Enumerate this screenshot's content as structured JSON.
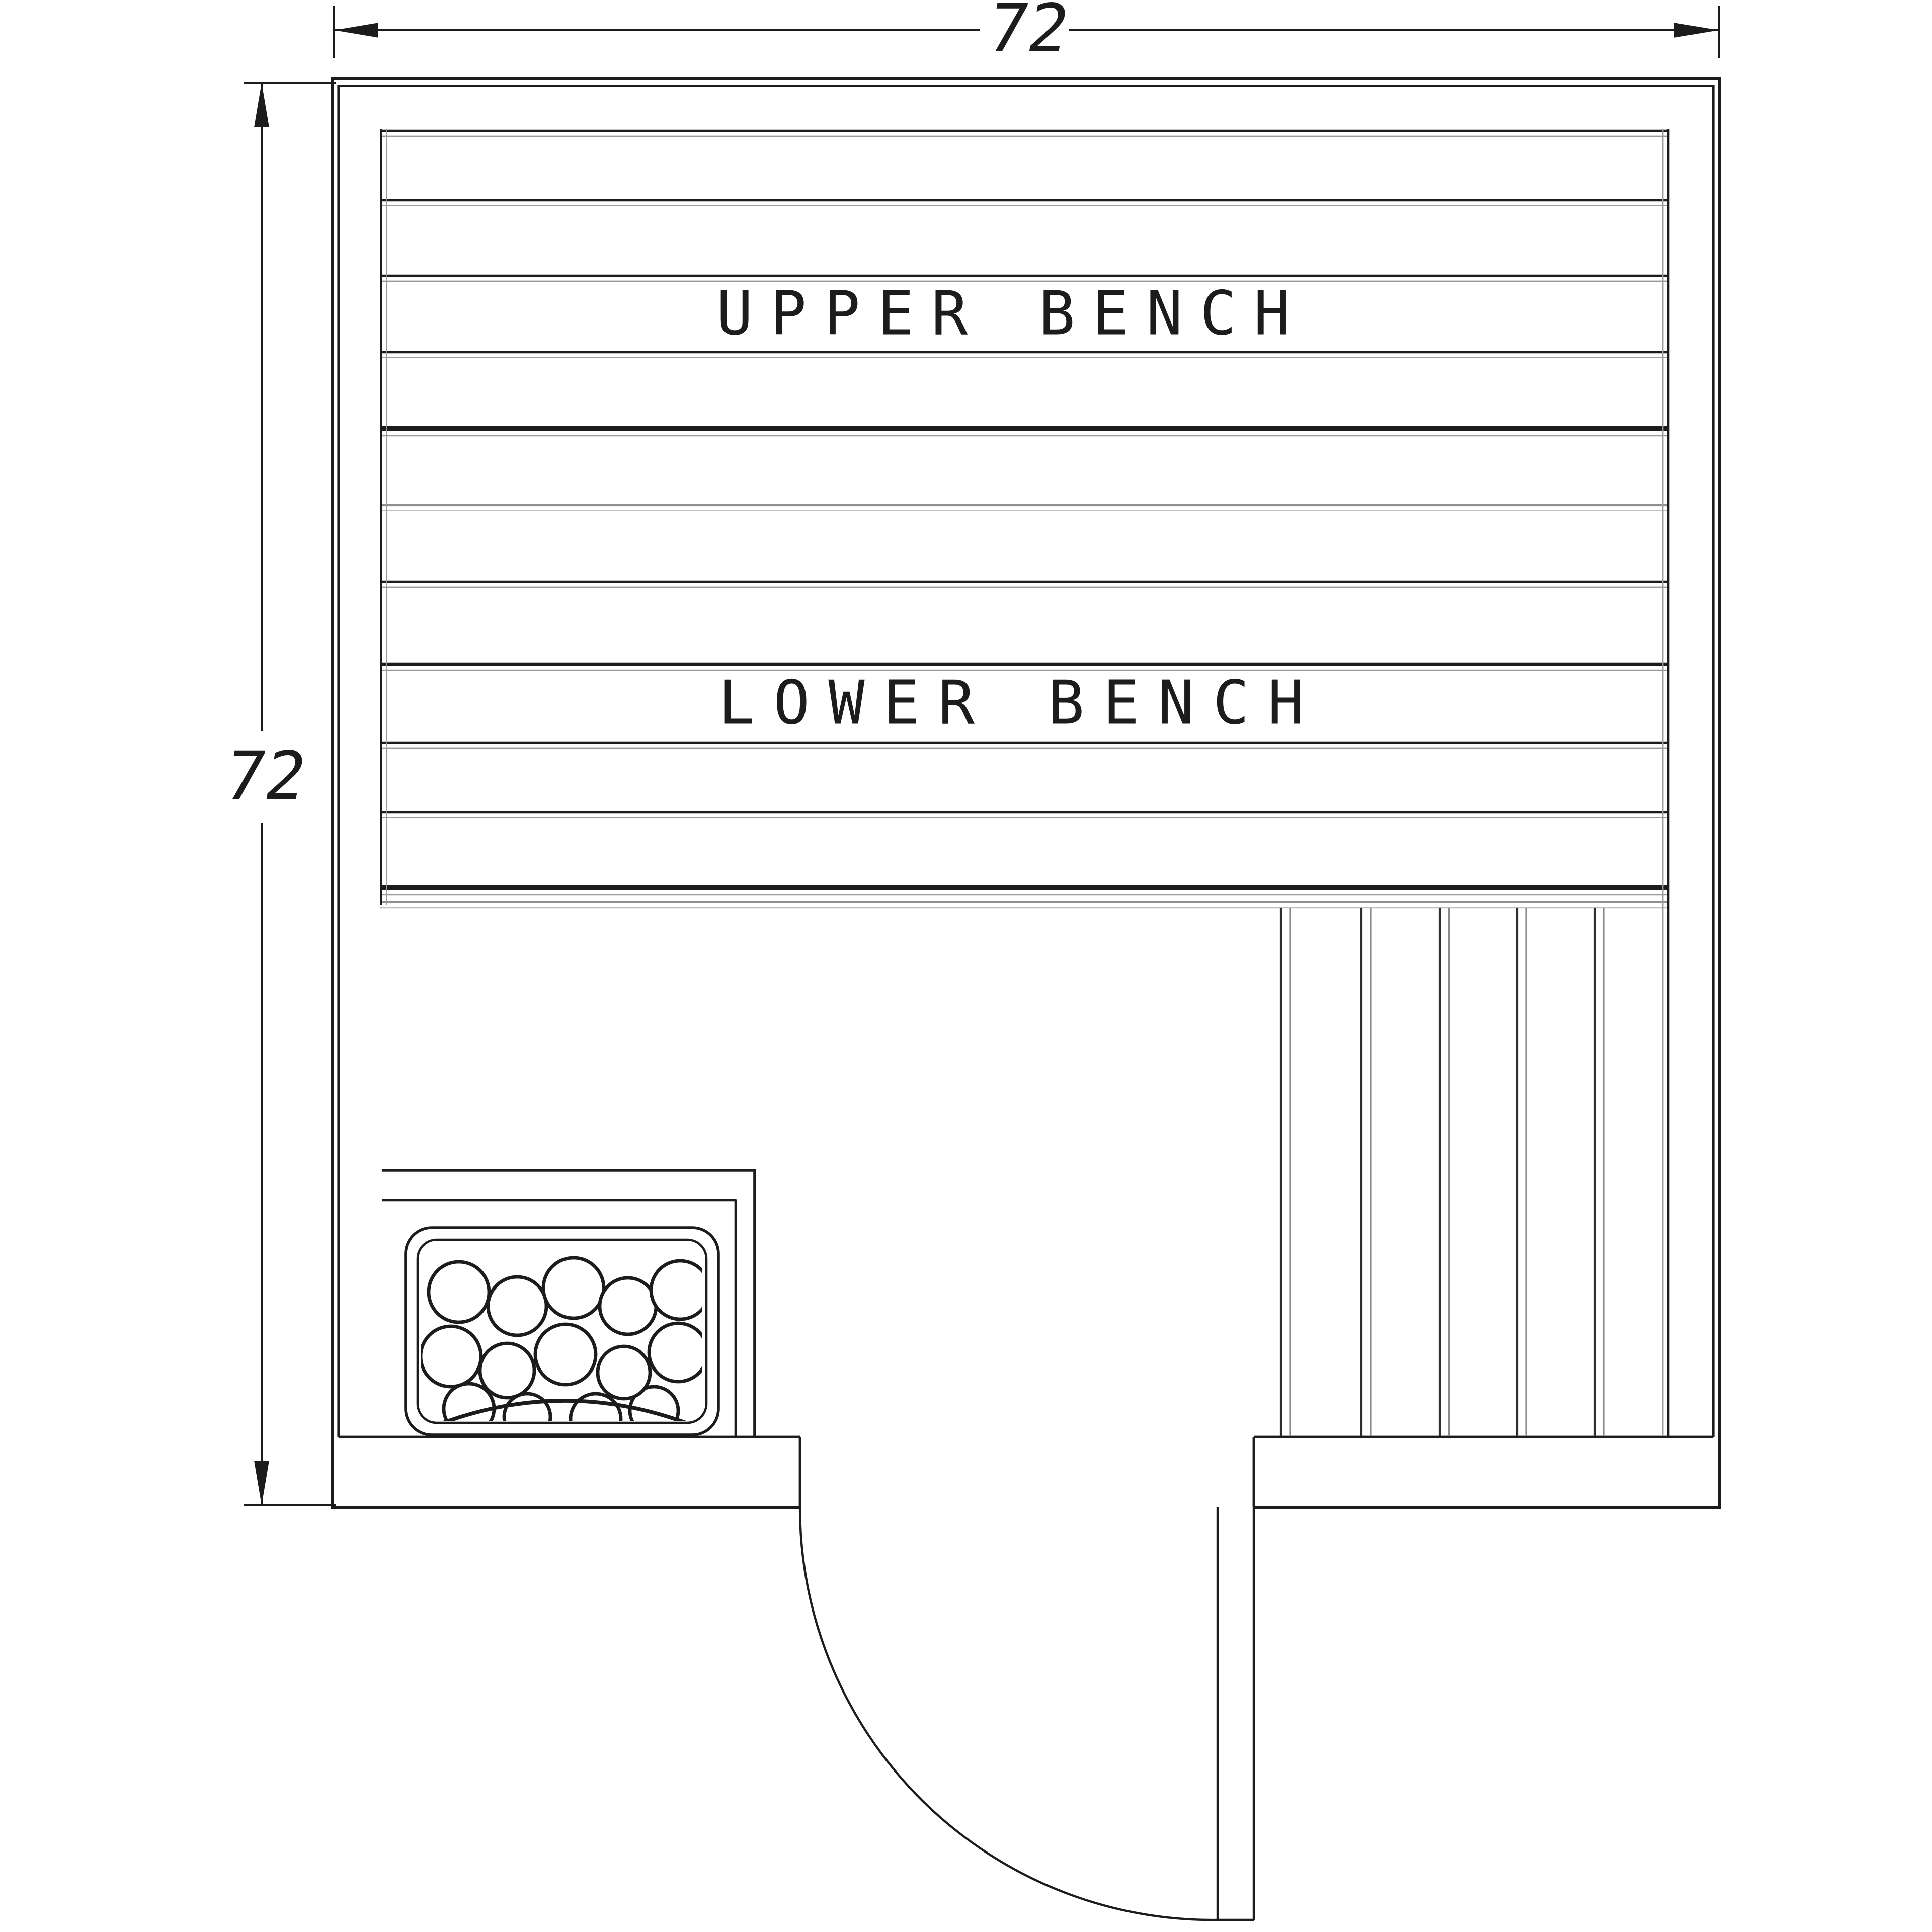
{
  "dimensions": {
    "width": "72",
    "height": "72"
  },
  "labels": {
    "upper_bench": "UPPER BENCH",
    "lower_bench": "LOWER BENCH"
  },
  "colors": {
    "line": "#1c1c1c",
    "gray": "#8f8f8f",
    "light_gray": "#bdbdbd",
    "background": "#ffffff"
  }
}
